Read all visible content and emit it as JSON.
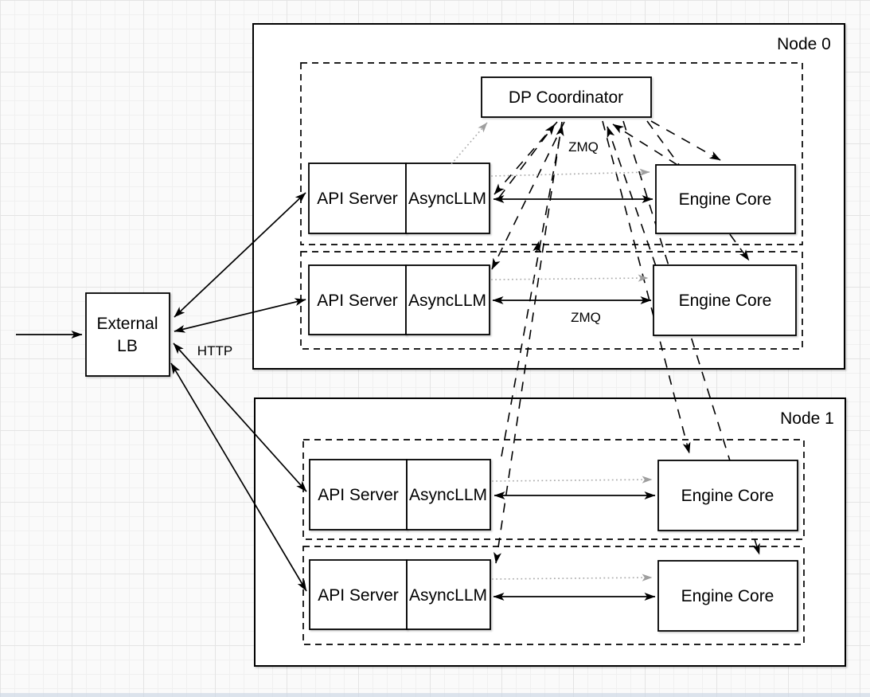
{
  "diagram": {
    "external_lb": {
      "line1": "External",
      "line2": "LB"
    },
    "coordinator": {
      "label": "DP Coordinator"
    },
    "node0": {
      "title": "Node 0",
      "rows": [
        {
          "api": "API Server",
          "llm": "AsyncLLM",
          "engine": "Engine Core"
        },
        {
          "api": "API Server",
          "llm": "AsyncLLM",
          "engine": "Engine Core"
        }
      ]
    },
    "node1": {
      "title": "Node 1",
      "rows": [
        {
          "api": "API Server",
          "llm": "AsyncLLM",
          "engine": "Engine Core"
        },
        {
          "api": "API Server",
          "llm": "AsyncLLM",
          "engine": "Engine Core"
        }
      ]
    },
    "labels": {
      "http": "HTTP",
      "zmq_coordinator": "ZMQ",
      "zmq_row": "ZMQ"
    },
    "colors": {
      "line": "#000000",
      "dotted_line": "#ababab",
      "box_fill": "#ffffff",
      "background": "#fafafa"
    }
  }
}
